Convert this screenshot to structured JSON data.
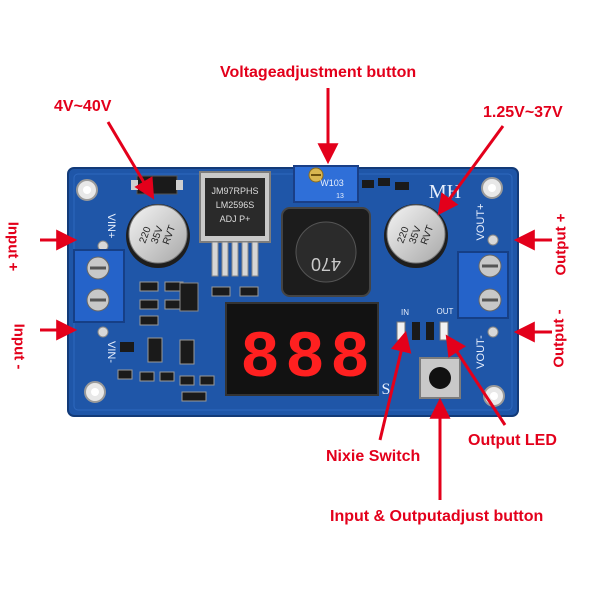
{
  "board": {
    "brand_mark": "MH",
    "chip_text": [
      "JM97RPHS",
      "LM2596S",
      "ADJ P+"
    ],
    "cap_left": [
      "220",
      "35V",
      "RVT"
    ],
    "cap_right": [
      "220",
      "35V",
      "RVT"
    ],
    "inductor_text": "470",
    "pot_text": "W103",
    "pot_small": "13",
    "silk_vin_plus": "VIN+",
    "silk_vin_minus": "VIN-",
    "silk_vout_plus": "VOUT+",
    "silk_vout_minus": "VOUT-",
    "silk_in": "IN",
    "silk_out": "OUT",
    "display_digits": [
      "8",
      "8",
      "8"
    ],
    "display_suffix": "S"
  },
  "callouts": {
    "voltage_adjust": "Voltageadjustment button",
    "input_range": "4V~40V",
    "output_range": "1.25V~37V",
    "input_plus": "Input  +",
    "input_minus": "Input -",
    "output_plus": "Output +",
    "output_minus": "Output -",
    "nixie_switch": "Nixie Switch",
    "output_led": "Output LED",
    "io_adjust": "Input & Outputadjust button"
  },
  "colors": {
    "pcb": "#1f56a8",
    "callout_red": "#e3001b",
    "terminal_blue": "#2563c9",
    "display_red": "#ff2020"
  }
}
